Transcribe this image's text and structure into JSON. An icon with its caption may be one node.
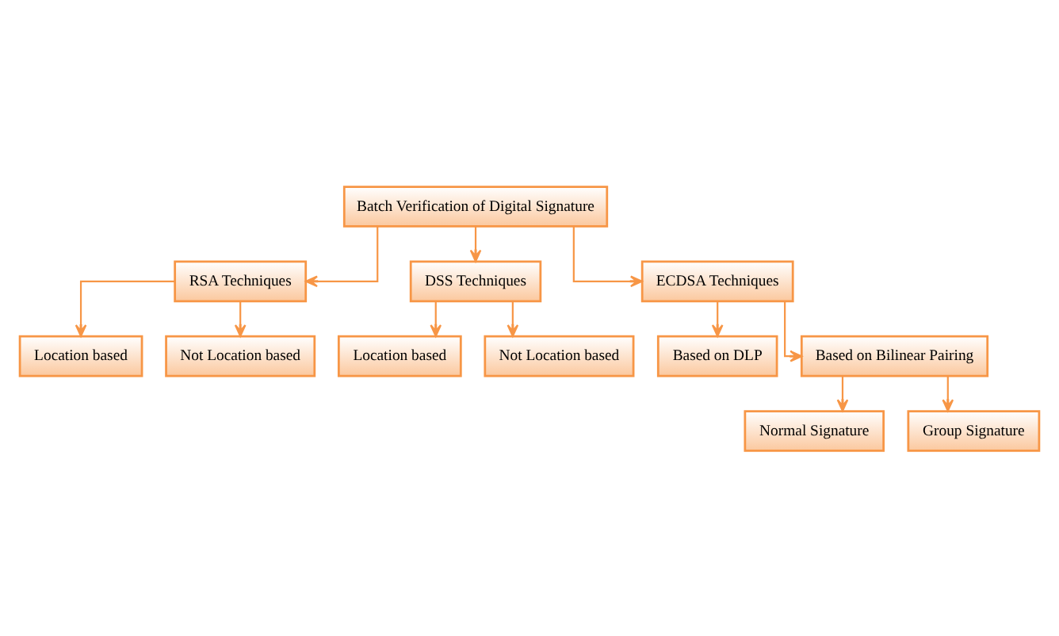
{
  "diagram": {
    "nodes": [
      {
        "text": [
          "Batch Verification of Digital Signature"
        ]
      },
      {
        "text": [
          "RSA Techniques"
        ]
      },
      {
        "text": [
          "DSS Techniques"
        ]
      },
      {
        "text": [
          "ECDSA Techniques"
        ]
      },
      {
        "text": [
          "Location based"
        ]
      },
      {
        "text": [
          "Not Location based"
        ]
      },
      {
        "text": [
          "Based on DLP"
        ]
      },
      {
        "text": [
          "Based on Bilinear Pairing"
        ]
      },
      {
        "text": [
          "Location based"
        ]
      },
      {
        "text": [
          "Not Location based"
        ]
      },
      {
        "text": [
          "Normal Signature"
        ]
      },
      {
        "text": [
          "Group Signature"
        ]
      }
    ],
    "edges": [
      {
        "from": 0,
        "to": 1,
        "arrow": "to"
      },
      {
        "from": 0,
        "to": 2,
        "arrow": "to"
      },
      {
        "from": 0,
        "to": 3,
        "arrow": "to"
      },
      {
        "from": 1,
        "to": 4,
        "arrow": "to"
      },
      {
        "from": 1,
        "to": 5,
        "arrow": "to"
      },
      {
        "from": 3,
        "to": 6,
        "arrow": "to"
      },
      {
        "from": 3,
        "to": 7,
        "arrow": "to"
      },
      {
        "from": 2,
        "to": 8,
        "arrow": "to"
      },
      {
        "from": 2,
        "to": 9,
        "arrow": "to"
      },
      {
        "from": 7,
        "to": 10,
        "arrow": "to"
      },
      {
        "from": 7,
        "to": 11,
        "arrow": "to"
      }
    ]
  }
}
